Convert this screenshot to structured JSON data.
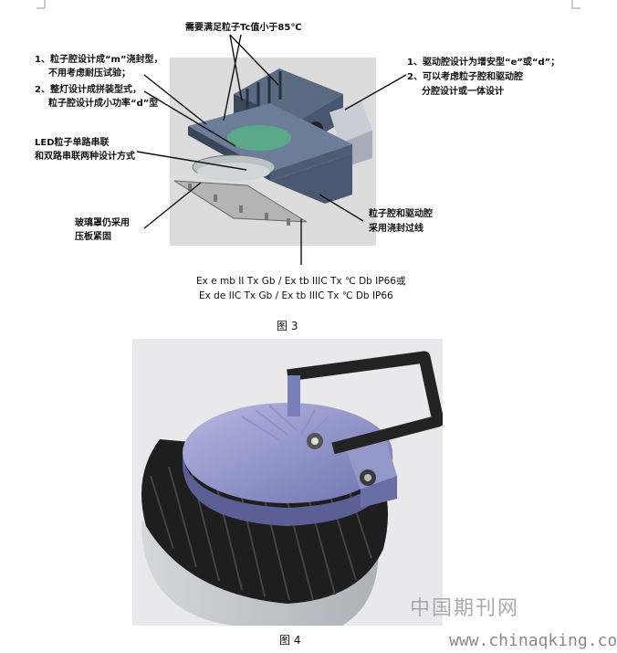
{
  "figure3": {
    "caption": "图 3",
    "labels": {
      "top": "需要满足粒子Tc值小于85℃",
      "left1_line1": "1、粒子腔设计成“m”浇封型，",
      "left1_line2": "不用考虑耐压试验；",
      "left2_line1": "2、整灯设计成拼装型式，",
      "left2_line2": "粒子腔设计成小功率“d”型",
      "led_line1": "LED粒子单路串联",
      "led_line2": "和双路串联两种设计方式",
      "glass_line1": "玻璃罩仍采用",
      "glass_line2": "压板紧固",
      "right1": "1、驱动腔设计为增安型“e”或“d”；",
      "right2_line1": "2、可以考虑粒子腔和驱动腔",
      "right2_line2": "分腔设计或一体设计",
      "seal_line1": "粒子腔和驱动腔",
      "seal_line2": "采用浇封过线",
      "marking_line1": "Ex e mb II Tx Gb /  Ex tb IIIC Tx ℃  Db IP66或",
      "marking_line2": "Ex de IIC Tx Gb /  Ex tb IIIC Tx ℃  Db IP66"
    }
  },
  "figure4": {
    "caption": "图 4"
  },
  "watermark": {
    "cn": "中国期刊网",
    "url": "www.chinaqking.com"
  }
}
